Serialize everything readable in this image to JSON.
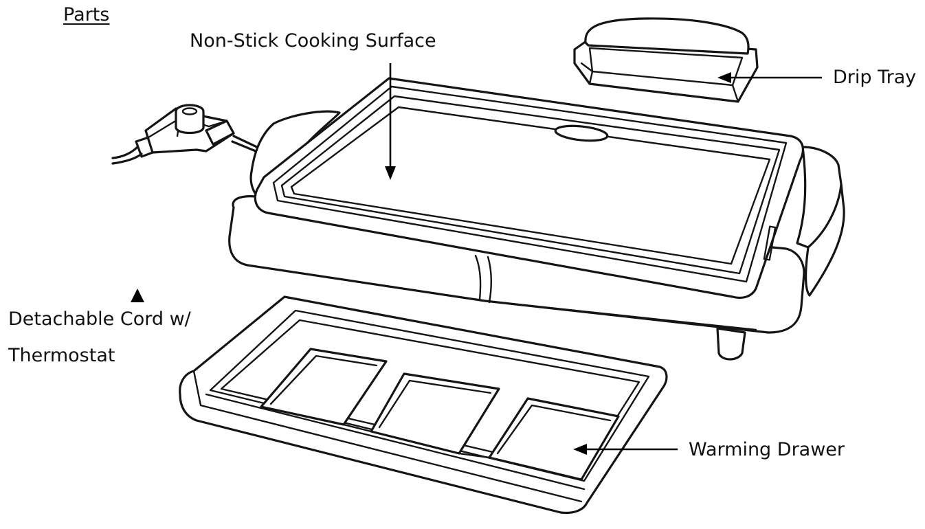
{
  "heading": "Parts",
  "labels": {
    "surface": "Non-Stick Cooking Surface",
    "drip_tray": "Drip Tray",
    "cord_line1": "Detachable Cord w/",
    "cord_line2": "Thermostat",
    "drawer": "Warming Drawer"
  },
  "colors": {
    "line": "#151515",
    "background": "#ffffff"
  }
}
